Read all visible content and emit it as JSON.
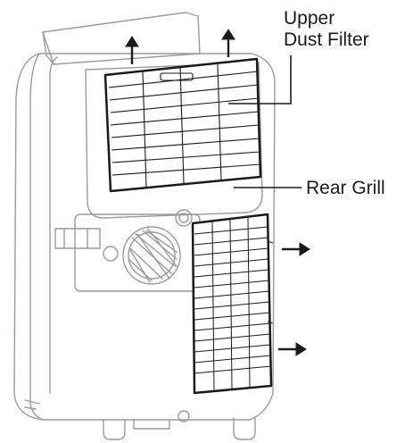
{
  "labels": {
    "upper_filter_line1": "Upper",
    "upper_filter_line2": "Dust Filter",
    "rear_grill": "Rear Grill"
  },
  "colors": {
    "stroke_dark": "#1a1a1a",
    "stroke_light": "#9a9a9a",
    "fill": "#ffffff"
  }
}
